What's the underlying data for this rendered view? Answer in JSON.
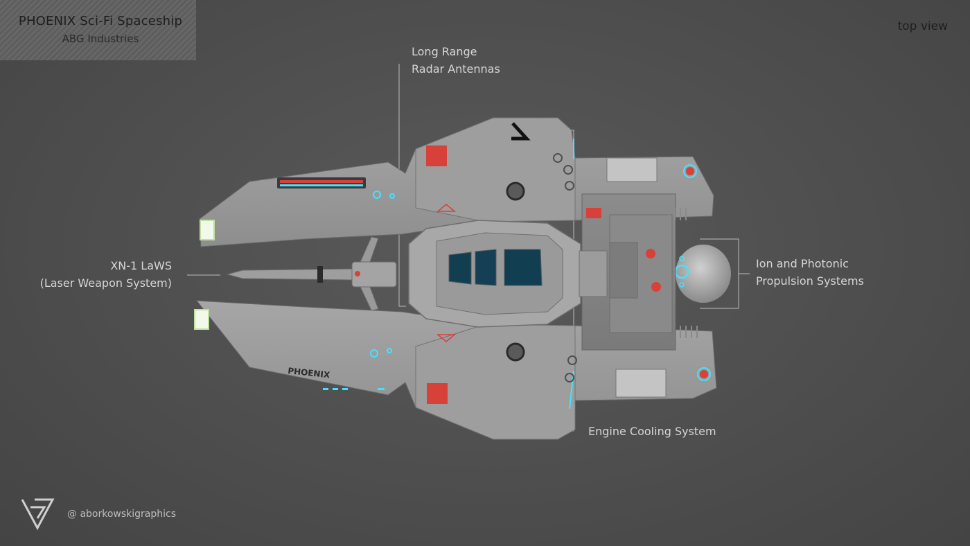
{
  "header": {
    "title": "PHOENIX Sci-Fi Spaceship",
    "subtitle": "ABG Industries",
    "view": "top view"
  },
  "callouts": {
    "radar": [
      "Long Range",
      "Radar Antennas"
    ],
    "laser": [
      "XN-1 LaWS",
      "(Laser Weapon System)"
    ],
    "ion": [
      "Ion and Photonic",
      "Propulsion Systems"
    ],
    "cooling": "Engine Cooling System"
  },
  "hull_marking": "PHOENIX",
  "footer": {
    "logo_icon": "ag-logo-icon",
    "handle": "@ aborkowskigraphics"
  },
  "colors": {
    "background": "#4e4e4e",
    "hull": "#9a9a9a",
    "accent_red": "#d8403a",
    "accent_cyan": "#43e3ff",
    "glass": "#123e52"
  }
}
